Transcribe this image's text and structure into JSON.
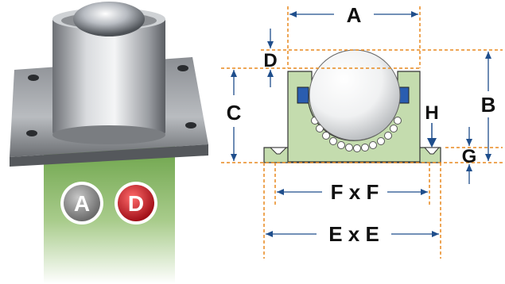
{
  "diagram": {
    "dimension_labels": {
      "A": "A",
      "B": "B",
      "C": "C",
      "D": "D",
      "G": "G",
      "H": "H",
      "FxF": "F x F",
      "ExE": "E x E"
    },
    "badges": [
      {
        "letter": "A",
        "color": "#8e8e8e"
      },
      {
        "letter": "D",
        "color": "#c8202a"
      }
    ],
    "colors": {
      "dimension_line": "#e8891e",
      "arrow": "#1a6fb5",
      "housing": "#c4dcae",
      "base_plate_gradient_top": "#ffffff",
      "base_plate_gradient_bottom": "#5e9a3a",
      "seal": "#2a5db0"
    }
  }
}
